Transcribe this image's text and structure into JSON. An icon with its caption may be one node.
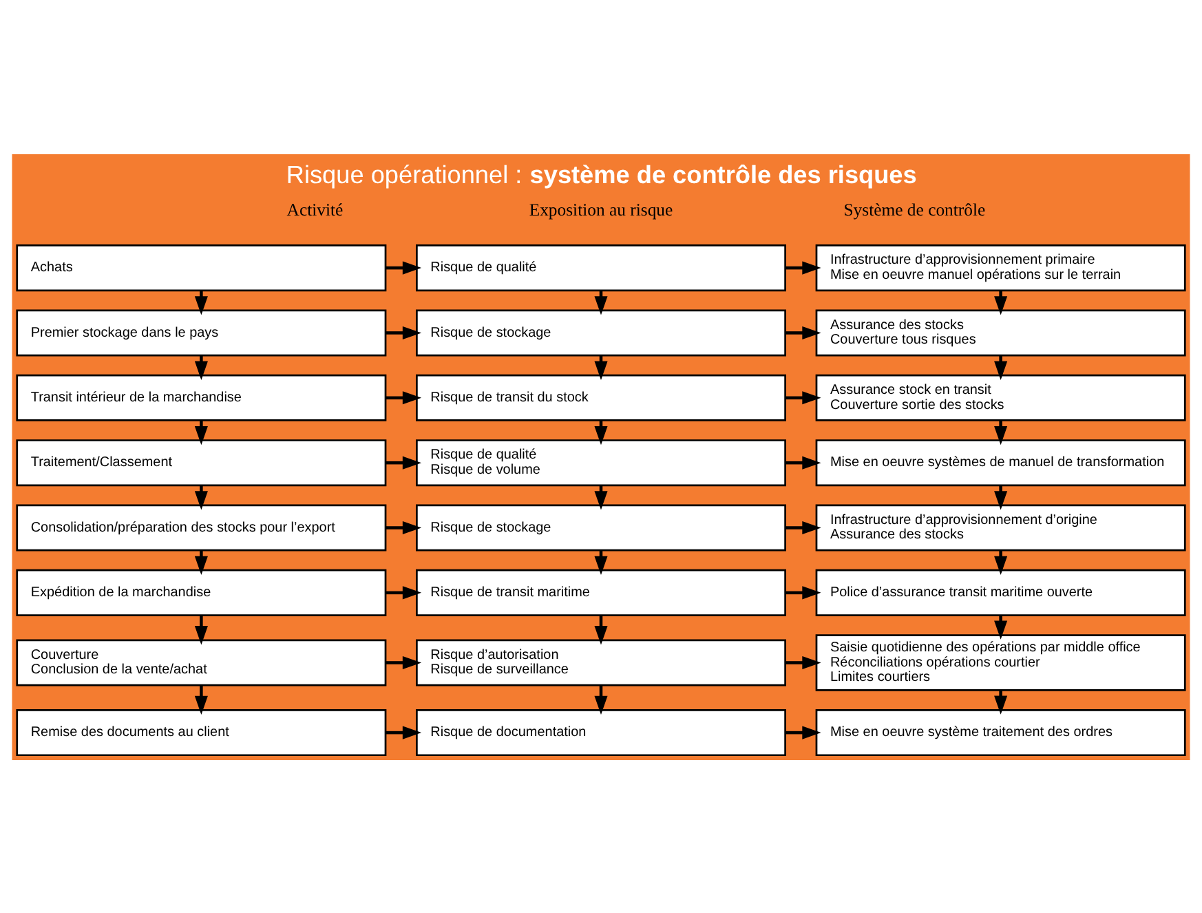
{
  "diagram": {
    "title": "Risque opérationnel : **système de contrôle des risques**",
    "nodes": [
      {
        "text": [
          "Achats"
        ]
      },
      {
        "text": [
          "Risque de qualité"
        ]
      },
      {
        "text": [
          "Infrastructure d’approvisionnement primaire",
          "Mise en oeuvre manuel opérations sur le terrain"
        ]
      },
      {
        "text": [
          "Premier stockage dans le pays"
        ]
      },
      {
        "text": [
          "Risque de stockage"
        ]
      },
      {
        "text": [
          "Assurance des stocks",
          "Couverture tous risques"
        ]
      },
      {
        "text": [
          "Transit intérieur de la marchandise"
        ]
      },
      {
        "text": [
          "Risque de transit du stock"
        ]
      },
      {
        "text": [
          "Assurance stock en transit",
          "Couverture sortie des stocks"
        ]
      },
      {
        "text": [
          "Traitement/Classement"
        ]
      },
      {
        "text": [
          "Risque de qualité",
          "Risque de volume"
        ]
      },
      {
        "text": [
          "Mise en oeuvre systèmes de manuel de transformation"
        ]
      },
      {
        "text": [
          "Consolidation/préparation des stocks pour l’export"
        ]
      },
      {
        "text": [
          "Risque de stockage"
        ]
      },
      {
        "text": [
          "Infrastructure d’approvisionnement d’origine",
          "Assurance des stocks"
        ]
      },
      {
        "text": [
          "Expédition de la marchandise"
        ]
      },
      {
        "text": [
          "Risque de transit maritime"
        ]
      },
      {
        "text": [
          "Police d’assurance transit maritime ouverte"
        ]
      },
      {
        "text": [
          "Couverture",
          "Conclusion de la vente/achat"
        ]
      },
      {
        "text": [
          "Risque d’autorisation",
          "Risque de surveillance"
        ]
      },
      {
        "text": [
          "Saisie quotidienne des opérations par middle office",
          "Réconciliations opérations courtier",
          "Limites courtiers"
        ]
      },
      {
        "text": [
          "Remise des documents au client"
        ]
      },
      {
        "text": [
          "Risque de documentation"
        ]
      },
      {
        "text": [
          "Mise en oeuvre système traitement des ordres"
        ]
      }
    ],
    "edges": [
      {
        "from": 0,
        "to": 1,
        "arrow": "to"
      },
      {
        "from": 1,
        "to": 2,
        "arrow": "to"
      },
      {
        "from": 3,
        "to": 4,
        "arrow": "to"
      },
      {
        "from": 4,
        "to": 5,
        "arrow": "to"
      },
      {
        "from": 6,
        "to": 7,
        "arrow": "to"
      },
      {
        "from": 7,
        "to": 8,
        "arrow": "to"
      },
      {
        "from": 9,
        "to": 10,
        "arrow": "to"
      },
      {
        "from": 10,
        "to": 11,
        "arrow": "to"
      },
      {
        "from": 12,
        "to": 13,
        "arrow": "to"
      },
      {
        "from": 13,
        "to": 14,
        "arrow": "to"
      },
      {
        "from": 15,
        "to": 16,
        "arrow": "to"
      },
      {
        "from": 16,
        "to": 17,
        "arrow": "to"
      },
      {
        "from": 18,
        "to": 19,
        "arrow": "to"
      },
      {
        "from": 19,
        "to": 20,
        "arrow": "to"
      },
      {
        "from": 21,
        "to": 22,
        "arrow": "to"
      },
      {
        "from": 22,
        "to": 23,
        "arrow": "to"
      },
      {
        "from": 0,
        "to": 3,
        "arrow": "to"
      },
      {
        "from": 3,
        "to": 6,
        "arrow": "to"
      },
      {
        "from": 6,
        "to": 9,
        "arrow": "to"
      },
      {
        "from": 9,
        "to": 12,
        "arrow": "to"
      },
      {
        "from": 12,
        "to": 15,
        "arrow": "to"
      },
      {
        "from": 15,
        "to": 18,
        "arrow": "to"
      },
      {
        "from": 18,
        "to": 21,
        "arrow": "to"
      },
      {
        "from": 1,
        "to": 4,
        "arrow": "to"
      },
      {
        "from": 4,
        "to": 7,
        "arrow": "to"
      },
      {
        "from": 7,
        "to": 10,
        "arrow": "to"
      },
      {
        "from": 10,
        "to": 13,
        "arrow": "to"
      },
      {
        "from": 13,
        "to": 16,
        "arrow": "to"
      },
      {
        "from": 16,
        "to": 19,
        "arrow": "to"
      },
      {
        "from": 19,
        "to": 22,
        "arrow": "to"
      },
      {
        "from": 2,
        "to": 5,
        "arrow": "to"
      },
      {
        "from": 5,
        "to": 8,
        "arrow": "to"
      },
      {
        "from": 8,
        "to": 11,
        "arrow": "to"
      },
      {
        "from": 11,
        "to": 14,
        "arrow": "to"
      },
      {
        "from": 14,
        "to": 17,
        "arrow": "to"
      },
      {
        "from": 17,
        "to": 20,
        "arrow": "to"
      },
      {
        "from": 20,
        "to": 23,
        "arrow": "to"
      }
    ],
    "labels": [
      "Activité",
      "Exposition au risque",
      "Système de contrôle"
    ]
  }
}
